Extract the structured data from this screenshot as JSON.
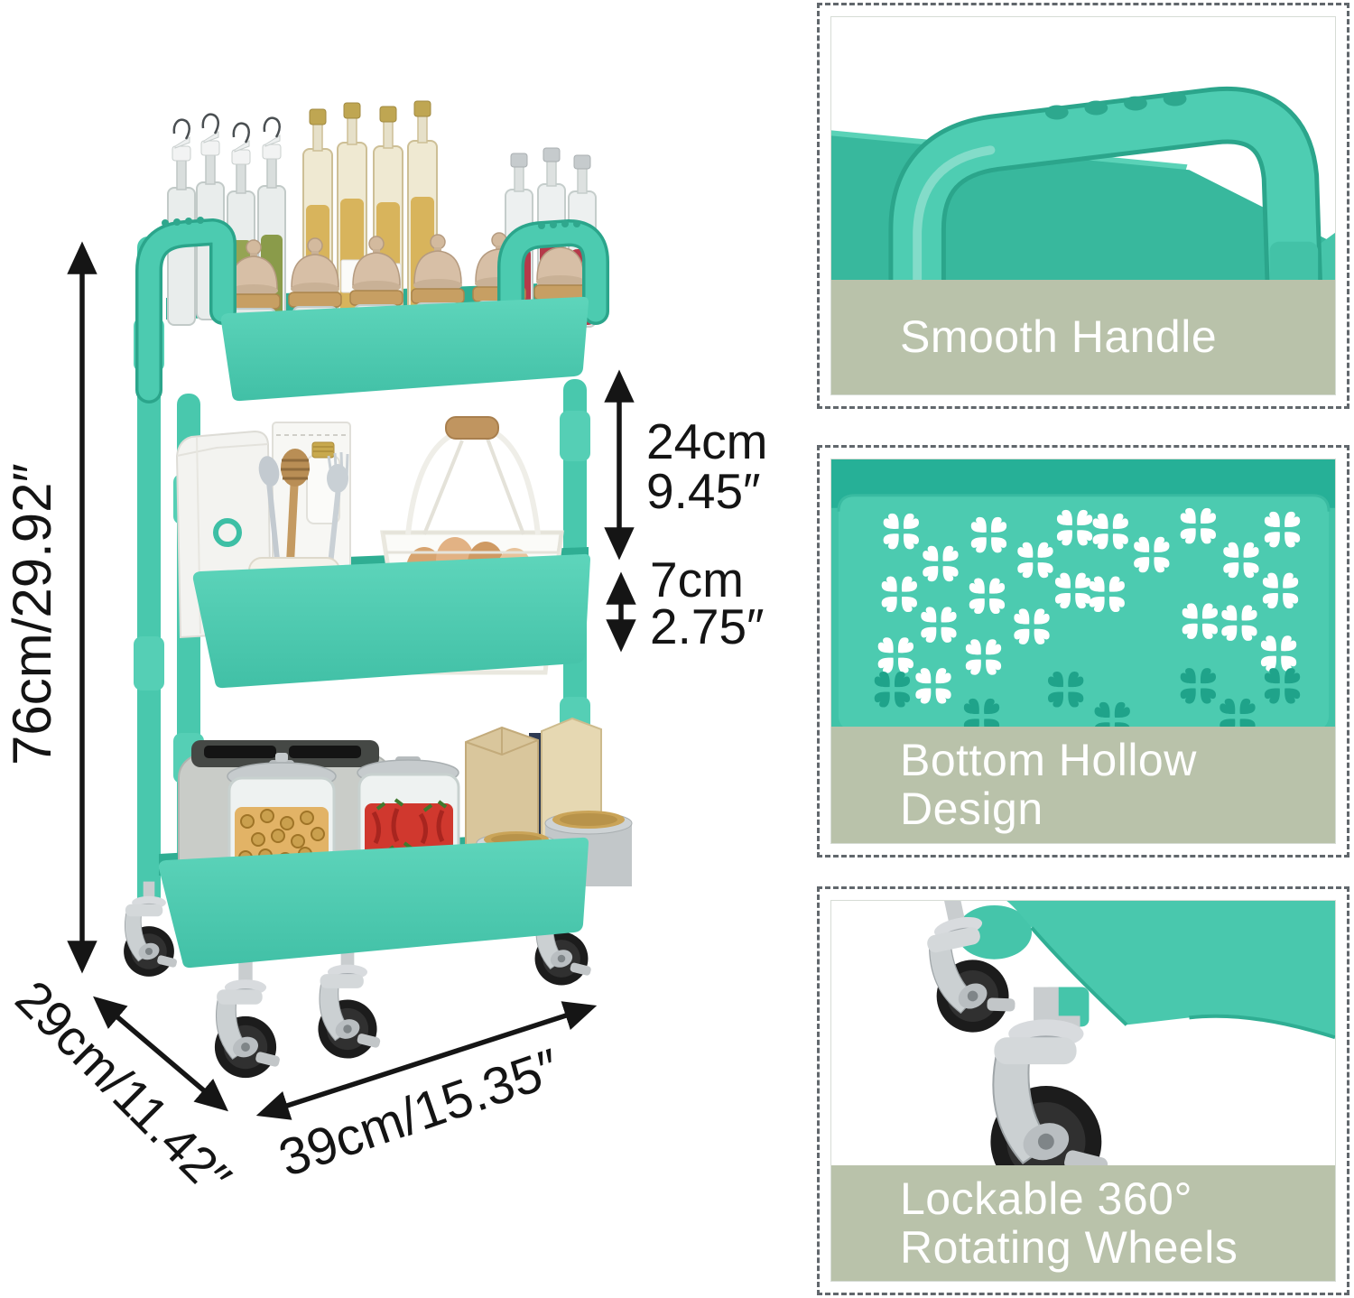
{
  "dimensions": {
    "height": "76cm/29.92″",
    "tier_gap_cm": "24cm",
    "tier_gap_in": "9.45″",
    "basket_depth_cm": "7cm",
    "basket_depth_in": "2.75″",
    "depth": "29cm/11.42″",
    "width": "39cm/15.35″"
  },
  "features": [
    {
      "lines": [
        "Smooth Handle"
      ]
    },
    {
      "lines": [
        "Bottom Hollow",
        "Design"
      ]
    },
    {
      "lines": [
        "Lockable 360°",
        "Rotating Wheels"
      ]
    }
  ],
  "colors": {
    "cart_teal": "#4CC9AE",
    "cart_teal_dark": "#2FAE93",
    "caption_band_sage": "#B9C2AA",
    "panel_border_gray": "#61676C",
    "annotation_text": "#141414",
    "caption_text": "#FFFFFF"
  }
}
